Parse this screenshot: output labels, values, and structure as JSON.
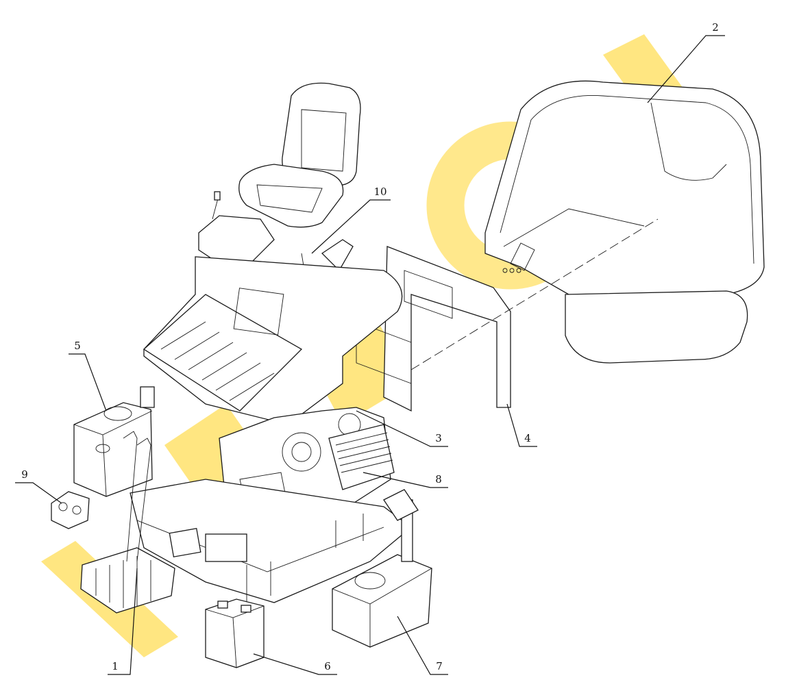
{
  "callouts": [
    {
      "id": "1",
      "text": "1"
    },
    {
      "id": "2",
      "text": "2"
    },
    {
      "id": "3",
      "text": "3"
    },
    {
      "id": "4",
      "text": "4"
    },
    {
      "id": "5",
      "text": "5"
    },
    {
      "id": "6",
      "text": "6"
    },
    {
      "id": "7",
      "text": "7"
    },
    {
      "id": "8",
      "text": "8"
    },
    {
      "id": "9",
      "text": "9"
    },
    {
      "id": "10",
      "text": "10"
    }
  ],
  "colors": {
    "line": "#111111",
    "watermark": "#ffd21a",
    "background": "#ffffff"
  }
}
